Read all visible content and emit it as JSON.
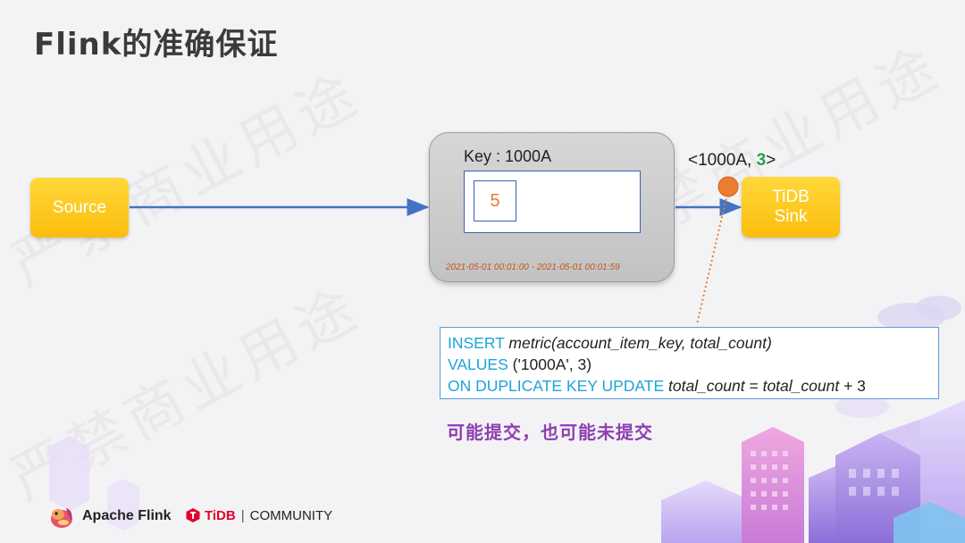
{
  "slide": {
    "title": "Flink的准确保证",
    "watermark_text": "严禁商业用途"
  },
  "diagram": {
    "source_label": "Source",
    "sink_label_line1": "TiDB",
    "sink_label_line2": "Sink",
    "window": {
      "key_label": "Key : 1000A",
      "count_value": "5",
      "time_range": "2021-05-01 00:01:00 - 2021-05-01 00:01:59"
    },
    "emit": {
      "prefix": "<1000A, ",
      "value": "3",
      "suffix": ">"
    }
  },
  "sql": {
    "line1_kw": "INSERT ",
    "line1_rest": "metric(account_item_key, total_count)",
    "line2_kw": "VALUES ",
    "line2_rest": "('1000A', 3)",
    "line3_kw": "ON DUPLICATE KEY UPDATE ",
    "line3_rest_a": "total_count",
    "line3_mid": " = ",
    "line3_rest_b": "total_count",
    "line3_end": " + 3"
  },
  "note": "可能提交，也可能未提交",
  "footer": {
    "flink_label": "Apache Flink",
    "tidb_brand": "TiDB",
    "tidb_sep": "|",
    "tidb_community": "COMMUNITY"
  },
  "colors": {
    "arrow": "#4472c4",
    "node": "#fbbd0c",
    "orange_dot": "#ed7d31",
    "keyword": "#1ea3dc",
    "note": "#8e3fb0",
    "emit_value": "#27a14a"
  }
}
